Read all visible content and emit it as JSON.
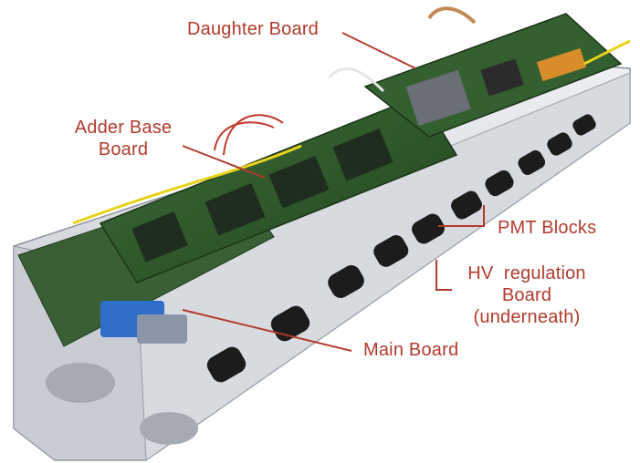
{
  "labels": {
    "daughter_board": "Daughter Board",
    "adder_base_board_line1": "Adder Base",
    "adder_base_board_line2": "Board",
    "pmt_blocks": "PMT Blocks",
    "hv_line1": "HV  regulation",
    "hv_line2": "Board",
    "hv_line3": "(underneath)",
    "main_board": "Main Board"
  },
  "colors": {
    "annotation": "#b23b2c",
    "frame_metal": "#d9dde3",
    "pcb_green": "#2f5a2e",
    "pmt_black": "#1c1c1c",
    "connector_blue": "#2f6ec9",
    "wire_yellow": "#e8d21a",
    "wire_red": "#c0392b"
  }
}
